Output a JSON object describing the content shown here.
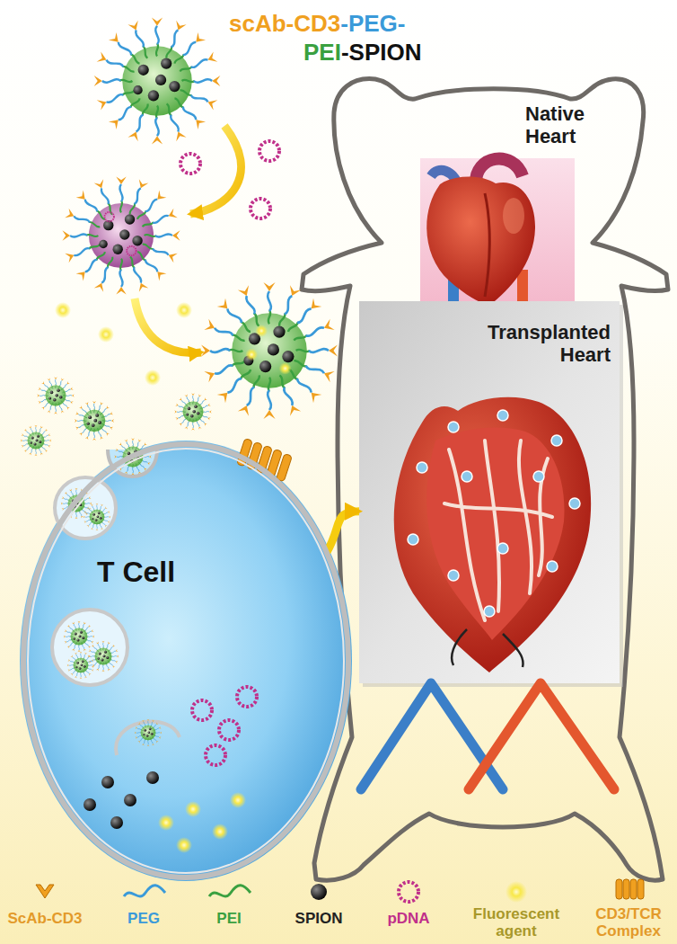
{
  "diagram": {
    "nodes": [
      {
        "text": [
          "T Cell"
        ]
      },
      {
        "text": [
          "Transplanted Heart"
        ]
      }
    ],
    "edges": [
      {
        "from": 0,
        "to": 1,
        "arrow": "to"
      }
    ],
    "labels": [
      "scAb-CD3",
      "-PEG-",
      "PEI",
      "-SPION",
      "Native Heart"
    ],
    "legend": [
      {
        "text": "ScAb-CD3"
      },
      {
        "text": "PEG"
      },
      {
        "text": "PEI"
      },
      {
        "text": "SPION"
      },
      {
        "text": "pDNA"
      },
      {
        "text": "Fluorescent agent"
      },
      {
        "text": "CD3/TCR Complex"
      }
    ]
  }
}
